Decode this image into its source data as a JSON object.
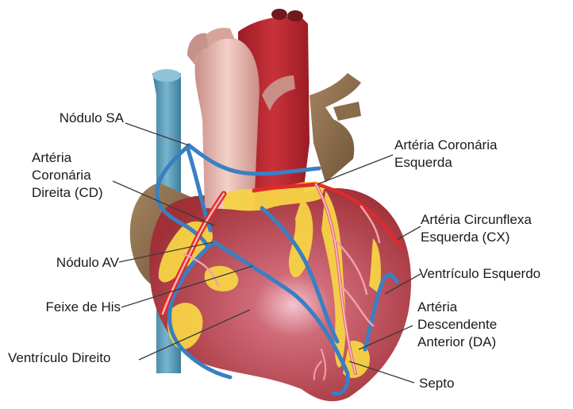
{
  "labels": {
    "nodulo_sa": [
      "Nódulo SA"
    ],
    "arteria_cd": [
      "Artéria",
      "Coronária",
      "Direita (CD)"
    ],
    "nodulo_av": [
      "Nódulo AV"
    ],
    "feixe_his": [
      "Feixe de His"
    ],
    "ventriculo_direito": [
      "Ventrículo Direito"
    ],
    "arteria_coronaria_esquerda": [
      "Artéria Coronária",
      "Esquerda"
    ],
    "arteria_circunflexa": [
      "Artéria Circunflexa",
      "Esquerda (CX)"
    ],
    "ventriculo_esquerdo": [
      "Ventrículo Esquerdo"
    ],
    "arteria_da": [
      "Artéria",
      "Descendente",
      "Anterior (DA)"
    ],
    "septo": [
      "Septo"
    ]
  },
  "colors": {
    "ventricle": "#a8393f",
    "aorta": "#e8b4aa",
    "pulmonary": "#b72830",
    "vena_cava": "#5b9bb8",
    "fat": "#f7d346",
    "atrium": "#8a6b4a",
    "conduction": "#3a7fc4",
    "artery": "#e02a2a"
  }
}
